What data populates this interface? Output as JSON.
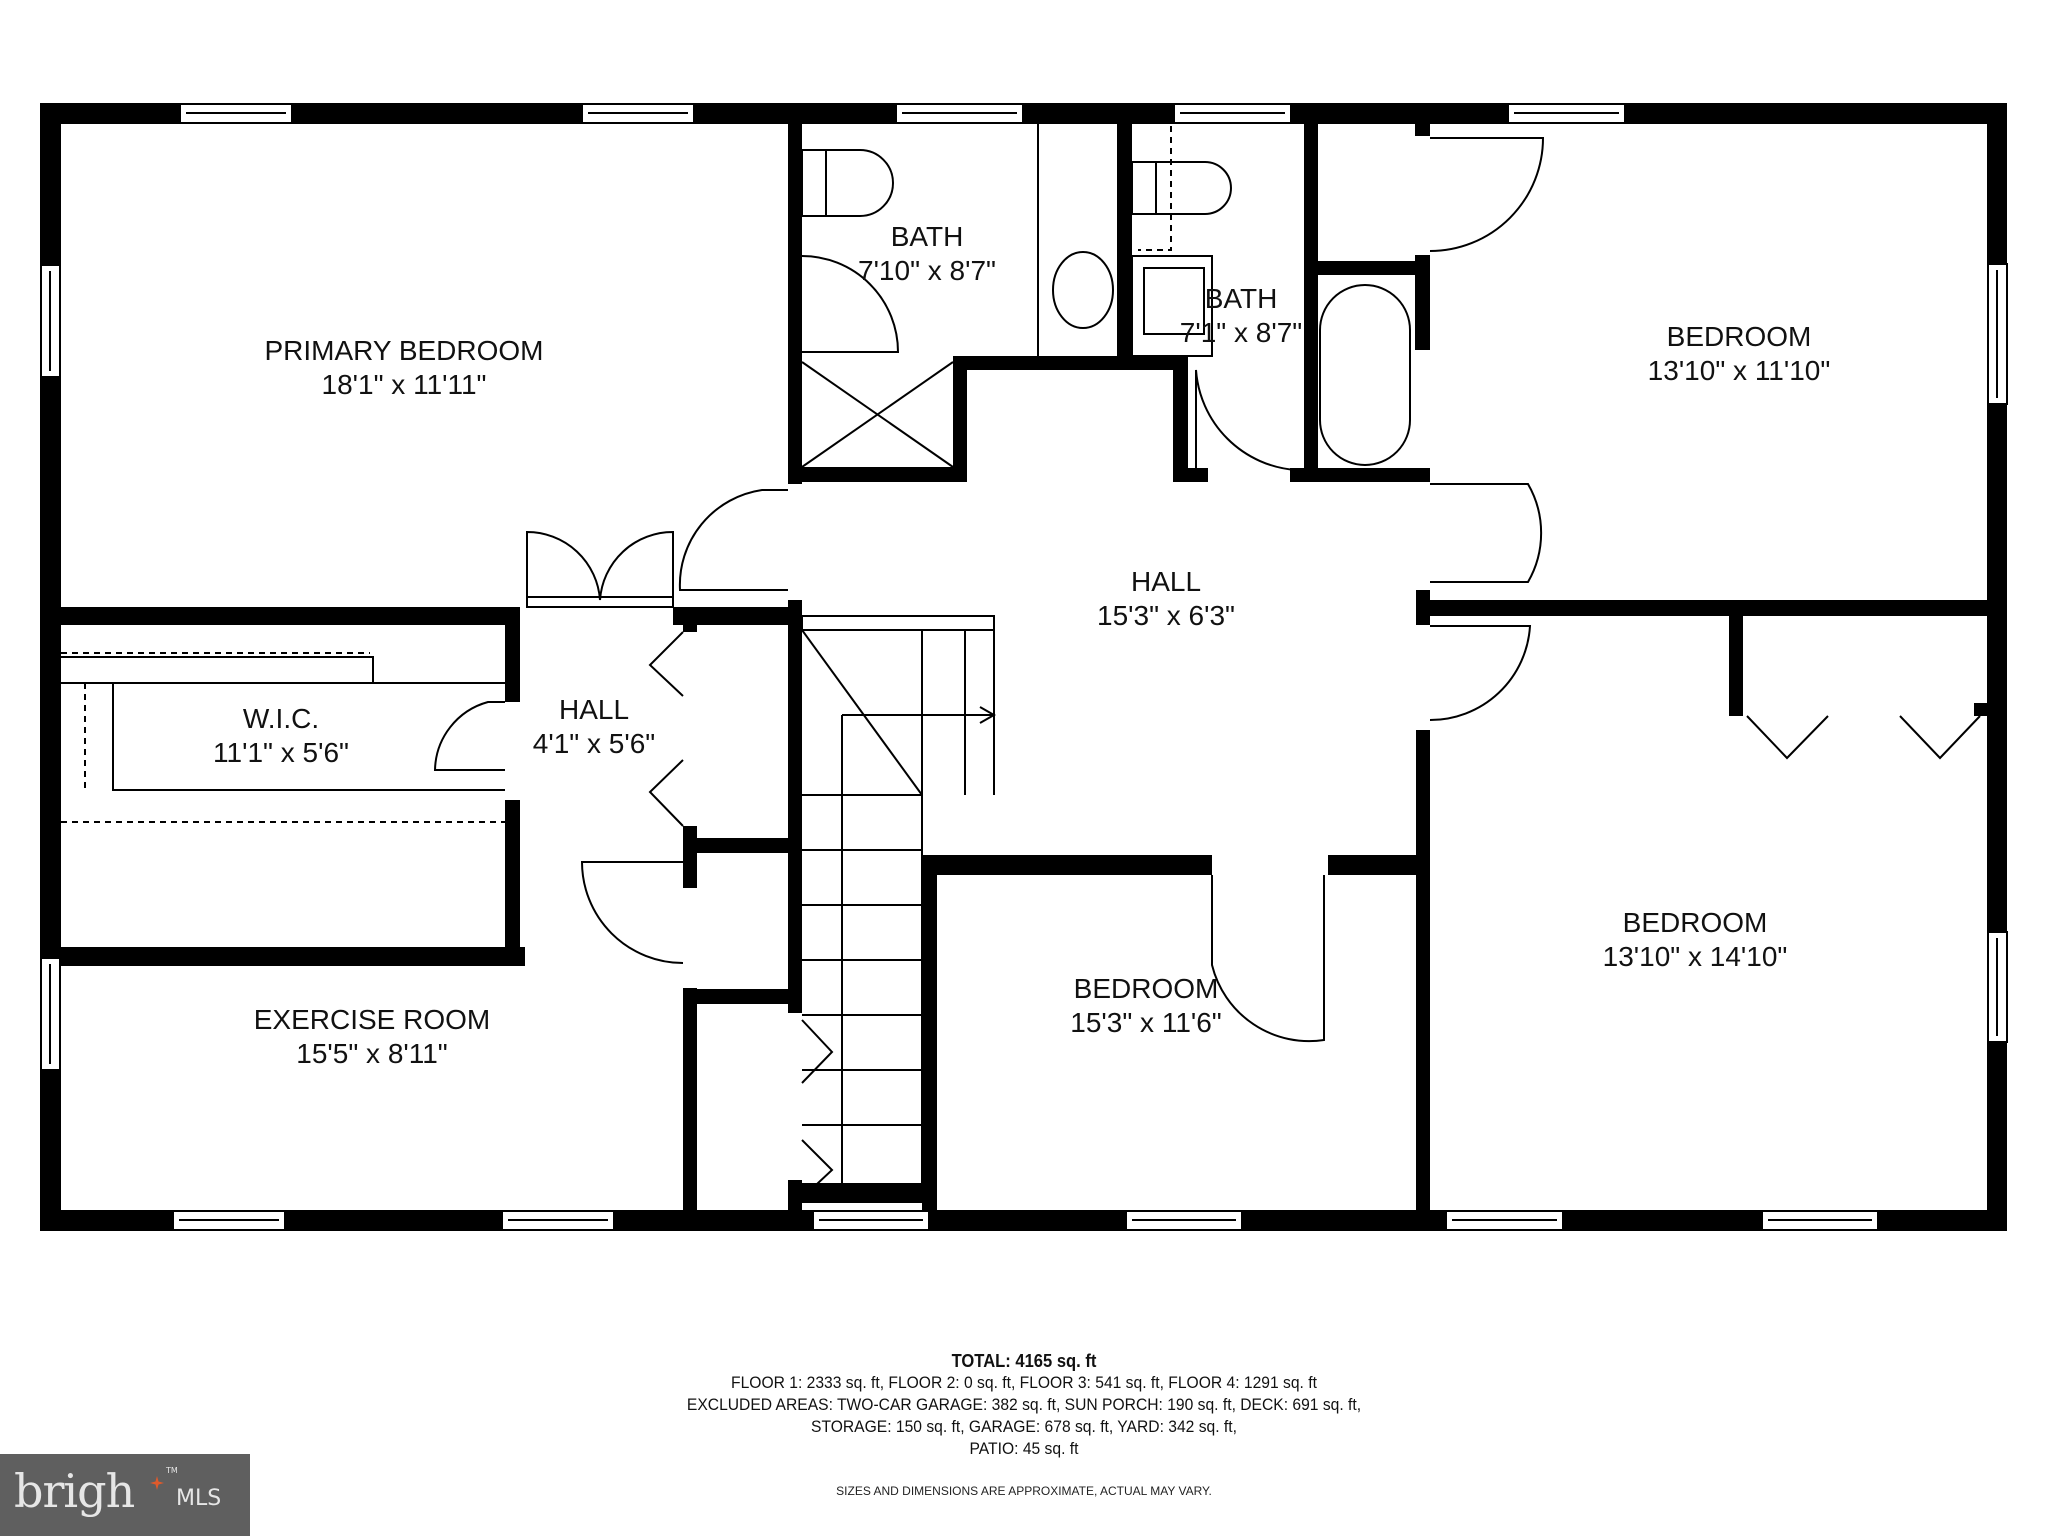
{
  "rooms": {
    "primary_bedroom": {
      "name": "PRIMARY BEDROOM",
      "dims": "18'1\" x 11'11\""
    },
    "bath_1": {
      "name": "BATH",
      "dims": "7'10\" x 8'7\""
    },
    "bath_2": {
      "name": "BATH",
      "dims": "7'1\" x 8'7\""
    },
    "bedroom_ne": {
      "name": "BEDROOM",
      "dims": "13'10\" x 11'10\""
    },
    "hall_main": {
      "name": "HALL",
      "dims": "15'3\" x 6'3\""
    },
    "wic": {
      "name": "W.I.C.",
      "dims": "11'1\" x 5'6\""
    },
    "hall_small": {
      "name": "HALL",
      "dims": "4'1\" x 5'6\""
    },
    "exercise_room": {
      "name": "EXERCISE ROOM",
      "dims": "15'5\" x 8'11\""
    },
    "bedroom_s": {
      "name": "BEDROOM",
      "dims": "15'3\" x 11'6\""
    },
    "bedroom_se": {
      "name": "BEDROOM",
      "dims": "13'10\" x 14'10\""
    }
  },
  "summary": {
    "total": "TOTAL: 4165 sq. ft",
    "floors": "FLOOR 1: 2333 sq. ft, FLOOR 2: 0 sq. ft, FLOOR 3: 541 sq. ft, FLOOR 4: 1291 sq. ft",
    "excluded_1": "EXCLUDED AREAS: TWO-CAR GARAGE: 382 sq. ft, SUN PORCH: 190 sq. ft, DECK: 691 sq. ft,",
    "excluded_2": "STORAGE: 150 sq. ft, GARAGE: 678 sq. ft, YARD: 342 sq. ft,",
    "excluded_3": "PATIO: 45 sq. ft",
    "disclaimer": "SIZES AND DIMENSIONS ARE APPROXIMATE, ACTUAL MAY VARY."
  },
  "logo": {
    "word": "brigh",
    "suffix": "MLS",
    "tm": "TM",
    "bg_color": "#5f5f5f",
    "star_color": "#e05a2b"
  }
}
